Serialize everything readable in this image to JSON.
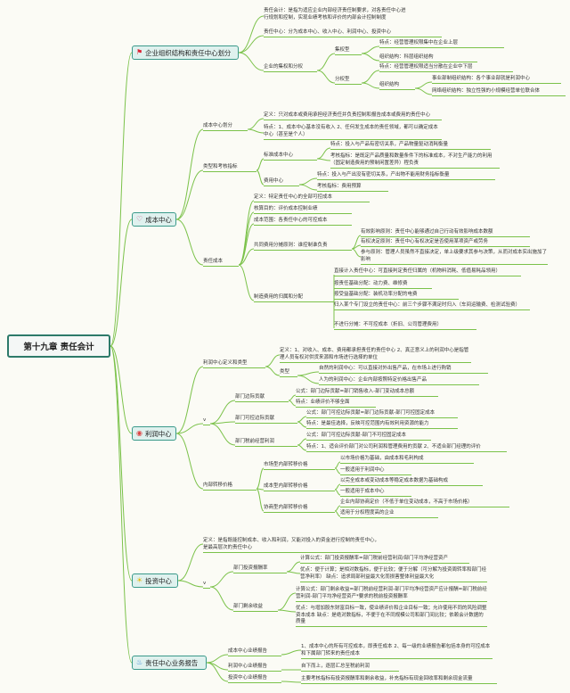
{
  "root": "第十九章 责任会计",
  "sections": {
    "s1": {
      "title": "企业组织结构和责任中心划分",
      "icon": "flag-icon"
    },
    "s2": {
      "title": "成本中心",
      "icon": "heart-icon"
    },
    "s3": {
      "title": "利润中心",
      "icon": "lifebuoy-icon"
    },
    "s4": {
      "title": "投资中心",
      "icon": "sun-icon"
    },
    "s5": {
      "title": "责任中心业务报告",
      "icon": "flame-icon"
    }
  },
  "nodes": {
    "s1_def": "责任会计：是指为适应企业内部经济责任制要求，对各责任中心进行规划和控制，实现业绩考核和评价的内部会计控制制度",
    "s1_center": "责任中心：分为成本中心、收入中心、利润中心、投资中心",
    "s1_org": "企业的集权和分权",
    "s1_ji": "集权型",
    "s1_ji_a": "特点：经营管理权限集中在企业上层",
    "s1_ji_b": "组织结构：科层组织结构",
    "s1_fen": "分权型",
    "s1_fen_a": "特点：经营管理权限适当分散在企业中下层",
    "s1_zz": "组织结构",
    "s1_zz_a": "事业部制组织结构：各个事业部就是利润中心",
    "s1_zz_b": "网络组织结构：独立性强的小规模经营单位联合体",
    "s2_hf": "成本中心划分",
    "s2_hf_a": "定义：只对成本或费用承担经济责任并负责控制和报告成本或费用的责任中心",
    "s2_hf_b": "特点：1、成本中心基本没有收入 2、任何发生成本的责任领域，都可以确定成本中心（甚至是个人）",
    "s2_lx": "类型和考核指标",
    "s2_bz": "标准成本中心",
    "s2_bz_a": "特点：投入与产品有密切关系，产品物量驱动消耗衡量",
    "s2_bz_b": "考核指标：是既定产品质量和数量条件下的标准成本，不对生产能力的利用（固定制造费用的预制闲置差异）程负责",
    "s2_fy": "费用中心",
    "s2_fy_a": "特点：投入与产出没有密切关系，产出物不能用财务指标衡量",
    "s2_fy_b": "考核指标：费用预算",
    "s2_zr": "责任成本",
    "s2_zr_def": "定义：特定责任中心的全部可控成本",
    "s2_zr_md": "核算目的：评价成本控制业绩",
    "s2_zr_fw": "成本范围：各责任中心的可控成本",
    "s2_gt": "共同费用分摊原则：谁控制谁负责",
    "s2_gt_a": "有效影响原则：责任中心能够通过自己行动有效影响成本数额",
    "s2_gt_b": "有权决定原则：责任中心有权决定是否使用某项资产或劳务",
    "s2_gt_c": "参与原则：管理人员虽然不直接决定，单上级要求其参与决策，从而对成本实出施加了影响",
    "s2_zz": "制造费用的归属和分配",
    "s2_zz_a": "直接计入责任中心：可直接判定责任归属的（机物料消耗、低值易耗品领用）",
    "s2_zz_b": "按责任基础分配：动力费、维修费",
    "s2_zz_c": "按受益基础分配：装机功率分配的电费",
    "s2_zz_d": "归入某个专门设立的责任中心：前三个步骤不满足时归入（车间运输费、检测试验费）",
    "s2_zz_e": "不进行分摊：不可控成本（折旧、公司管理费用）",
    "s3_dy": "利润中心定义和类型",
    "s3_dy_a": "定义：1、对收入、成本、费用都承担责任的责任中心 2、真正意义上的利润中心是指管理人员有权对供货来源和市场进行选择的单位",
    "s3_lx": "类型",
    "s3_lx_a": "自然的利润中心：可以直接对外出售产品，在市场上进行购销",
    "s3_lx_b": "人为的利润中心：企业内部按照特定价格出售产品",
    "s3_v": "v",
    "s3_by": "部门边际贡献",
    "s3_by_a": "公式：部门边际贡献=部门销售收入-部门变动成本总额",
    "s3_by_b": "特点：业绩评价不够全面",
    "s3_kk": "部门可控边际贡献",
    "s3_kk_a": "公式：部门可控边际贡献=部门边际贡献-部门可控固定成本",
    "s3_kk_b": "特点：是最佳选择，反映可控范围内有效利用资源的能力",
    "s3_sq": "部门税前经营利润",
    "s3_sq_a": "公式：部门可控边际贡献-部门不可控固定成本",
    "s3_sq_b": "特点：1、适合评价部门对公司利润和管理费用的贡献 2、不适合部门经理的评价",
    "s3_zy": "内部转移价格",
    "s3_sc": "市场型内部转移价格",
    "s3_sc_a": "以市场价格为基础，由成本和毛利构成",
    "s3_sc_b": "一般适用于利润中心",
    "s3_cb": "成本型内部转移价格",
    "s3_cb_a": "以完全成本或变动成本等稳定成本数据为基础构成",
    "s3_cb_b": "一般适用于成本中心",
    "s3_xs": "协商型内部转移价格",
    "s3_xs_a": "企业内部协商定价（不低于单位变动成本，不高于市场价格）",
    "s3_xs_b": "适用于分权程度高的企业",
    "s4_def": "定义：是指既能控制成本、收入和利润，又能对投入的资金进行控制的责任中心，是最高层次的责任中心",
    "s4_v": "v",
    "s4_tz": "部门投资报酬率",
    "s4_tz_a": "计算公式：部门投资报酬率=部门税前经营利润/部门平均净经营资产",
    "s4_tz_b": "优点：便于计算；是相对数指标，便于比较；便于分解（可分解为投资周转率和部门经营净利率） 缺点：追求局部利益最大化而损害整体利益最大化",
    "s4_sy": "部门剩余收益",
    "s4_sy_a": "计算公式：部门剩余收益=部门税前经营利润-部门平均净经营资产应计报酬=部门税前经营利润-部门平均净经营资产*要求的税前投资报酬率",
    "s4_sy_b": "优点：与增加股东财富目标一致，使业绩评价和企业目标一致；允许使用不同的风险调整资本成本 缺点：是绝对数指标，不便于在不同规模公司和部门间比较；依赖会计数据的质量",
    "s5_cb": "成本中心业绩报告",
    "s5_cb_a": "1、成本中心的所有可控成本，即责任成本 2、每一级的业绩报告都包括本身的可控成本和下属部门转来的责任成本",
    "s5_lr": "利润中心业绩报告",
    "s5_lr_a": "自下而上，逐层汇总至税前利润",
    "s5_tz": "投资中心业绩报告",
    "s5_tz_a": "主要考核指标有投资报酬率和剩余收益，补充指标有现金回收率和剩余现金流量"
  },
  "colors": {
    "line": "#7bc24a",
    "section_border": "#3a9a8a",
    "section_fill": "#dff1ee",
    "root_border": "#2d7a6a"
  }
}
